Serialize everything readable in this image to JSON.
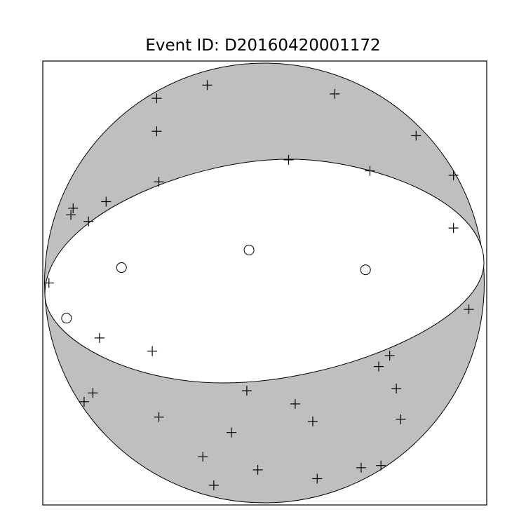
{
  "title": "Event ID: D20160420001172",
  "colors": {
    "compressional_fill": "#bfbfbf",
    "dilatational_fill": "#ffffff",
    "outline": "#000000"
  },
  "legend_symbols": {
    "compression": "cross-marker",
    "dilatation": "circle-marker"
  },
  "chart_data": {
    "type": "scatter",
    "plot": "focal-mechanism-beachball",
    "title": "Event ID: D20160420001172",
    "xlim": [
      -1,
      1
    ],
    "ylim": [
      -1,
      1
    ],
    "series": [
      {
        "marker": "cross",
        "points": [
          [
            -0.49,
            0.84
          ],
          [
            -0.26,
            0.9
          ],
          [
            0.32,
            0.86
          ],
          [
            0.69,
            0.67
          ],
          [
            -0.49,
            0.69
          ],
          [
            0.11,
            0.56
          ],
          [
            0.48,
            0.51
          ],
          [
            -0.48,
            0.46
          ],
          [
            -0.72,
            0.37
          ],
          [
            -0.87,
            0.34
          ],
          [
            -0.88,
            0.31
          ],
          [
            -0.8,
            0.28
          ],
          [
            0.86,
            0.49
          ],
          [
            0.86,
            0.25
          ],
          [
            -0.98,
            0.0
          ],
          [
            0.93,
            -0.12
          ],
          [
            -0.75,
            -0.25
          ],
          [
            -0.51,
            -0.31
          ],
          [
            0.57,
            -0.33
          ],
          [
            0.52,
            -0.38
          ],
          [
            -0.78,
            -0.5
          ],
          [
            -0.82,
            -0.54
          ],
          [
            -0.08,
            -0.49
          ],
          [
            0.6,
            -0.48
          ],
          [
            0.14,
            -0.55
          ],
          [
            -0.48,
            -0.61
          ],
          [
            0.22,
            -0.63
          ],
          [
            0.62,
            -0.62
          ],
          [
            -0.15,
            -0.68
          ],
          [
            -0.28,
            -0.79
          ],
          [
            -0.23,
            -0.92
          ],
          [
            -0.03,
            -0.85
          ],
          [
            0.24,
            -0.89
          ],
          [
            0.44,
            -0.84
          ],
          [
            0.53,
            -0.83
          ]
        ]
      },
      {
        "marker": "circle",
        "points": [
          [
            -0.65,
            0.07
          ],
          [
            -0.07,
            0.15
          ],
          [
            0.46,
            0.06
          ],
          [
            -0.9,
            -0.16
          ]
        ]
      }
    ]
  }
}
